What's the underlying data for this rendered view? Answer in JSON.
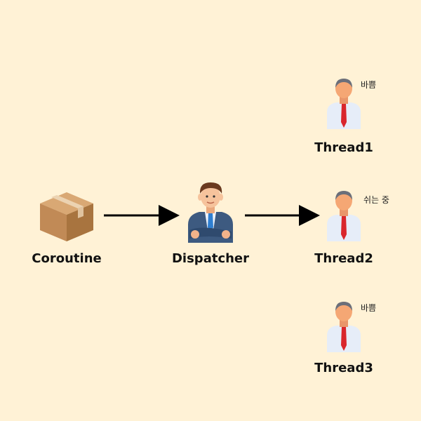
{
  "nodes": {
    "coroutine": {
      "label": "Coroutine",
      "icon": "cardboard-box-icon"
    },
    "dispatcher": {
      "label": "Dispatcher",
      "icon": "businessman-icon"
    },
    "threads": [
      {
        "label": "Thread1",
        "status": "바쁨",
        "icon": "worker-icon"
      },
      {
        "label": "Thread2",
        "status": "쉬는 중",
        "icon": "worker-icon"
      },
      {
        "label": "Thread3",
        "status": "바쁨",
        "icon": "worker-icon"
      }
    ]
  },
  "colors": {
    "background": "#fff2d6",
    "arrow": "#000000",
    "box": "#b78552",
    "suit": "#3d5a80",
    "tie": "#d9262c"
  }
}
